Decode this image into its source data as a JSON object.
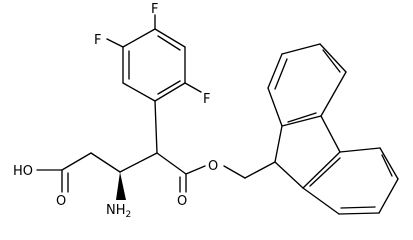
{
  "structure": {
    "atom_labels": {
      "f_top": "F",
      "f_left": "F",
      "f_right": "F",
      "ho": "HO",
      "o_acid": "O",
      "o_ester_ring": "O",
      "o_ester_carbonyl": "O",
      "nh2": "NH",
      "nh2_sub": "2"
    }
  }
}
